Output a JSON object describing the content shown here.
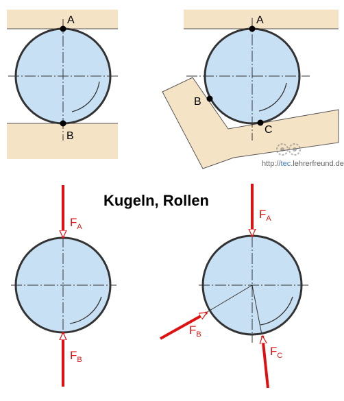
{
  "title": "Kugeln, Rollen",
  "watermark": {
    "prefix": "http://",
    "highlight": "tec",
    "suffix": ".lehrerfreund.de"
  },
  "contact_points": {
    "a": "A",
    "b": "B",
    "c": "C"
  },
  "forces": {
    "fa": {
      "main": "F",
      "sub": "A"
    },
    "fb": {
      "main": "F",
      "sub": "B"
    },
    "fc": {
      "main": "F",
      "sub": "C"
    }
  },
  "colors": {
    "ball_fill": "#c8e0f4",
    "ball_outline": "#333333",
    "support_fill": "#f5e3c6",
    "force_red": "#e01010",
    "watermark_gray": "#666666",
    "watermark_blue": "#3a78c6"
  }
}
